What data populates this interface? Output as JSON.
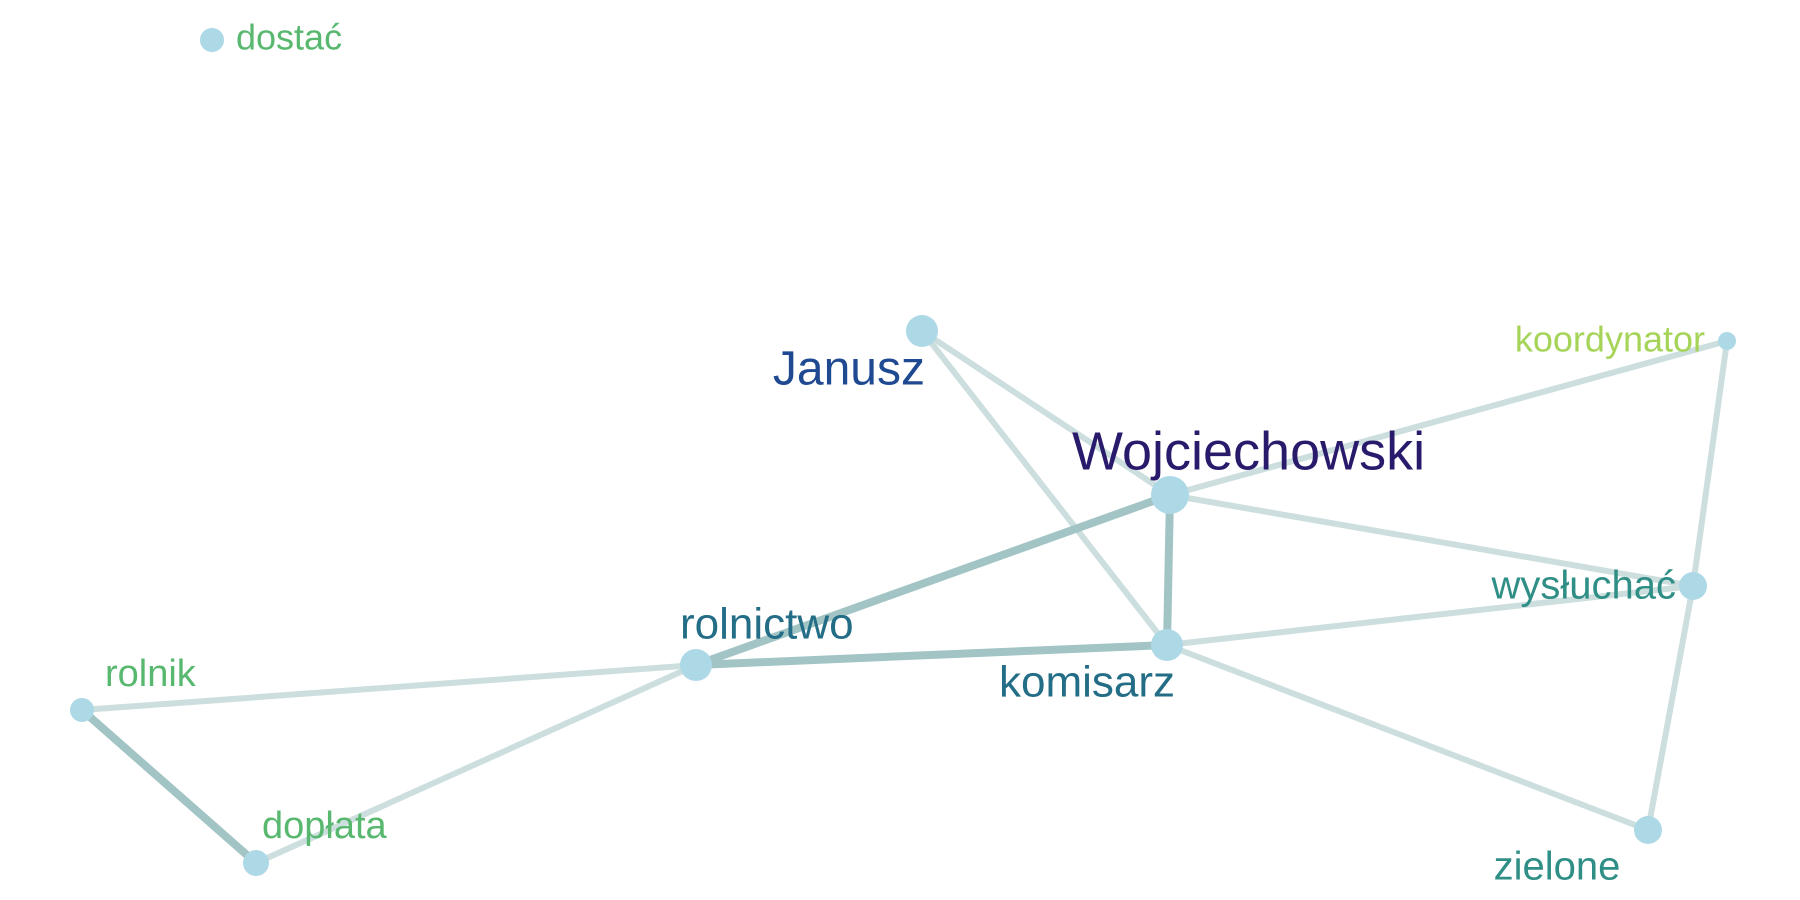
{
  "nodes": [
    {
      "id": "dostac",
      "label": "dostać",
      "color": "#59b86f"
    },
    {
      "id": "janusz",
      "label": "Janusz",
      "color": "#1f4991"
    },
    {
      "id": "wojciechowski",
      "label": "Wojciechowski",
      "color": "#2a1a6b"
    },
    {
      "id": "koordynator",
      "label": "koordynator",
      "color": "#a5d459"
    },
    {
      "id": "wysluchac",
      "label": "wysłuchać",
      "color": "#2f8f86"
    },
    {
      "id": "rolnictwo",
      "label": "rolnictwo",
      "color": "#236d86"
    },
    {
      "id": "komisarz",
      "label": "komisarz",
      "color": "#236d86"
    },
    {
      "id": "rolnik",
      "label": "rolnik",
      "color": "#59b86f"
    },
    {
      "id": "doplata",
      "label": "dopłata",
      "color": "#59b86f"
    },
    {
      "id": "zielone",
      "label": "zielone",
      "color": "#2f8f86"
    }
  ],
  "edges": [
    {
      "source": "janusz",
      "target": "wojciechowski",
      "strength": "weak"
    },
    {
      "source": "janusz",
      "target": "komisarz",
      "strength": "weak"
    },
    {
      "source": "wojciechowski",
      "target": "koordynator",
      "strength": "weak"
    },
    {
      "source": "wojciechowski",
      "target": "wysluchac",
      "strength": "weak"
    },
    {
      "source": "wojciechowski",
      "target": "rolnictwo",
      "strength": "strong"
    },
    {
      "source": "wojciechowski",
      "target": "komisarz",
      "strength": "strong"
    },
    {
      "source": "koordynator",
      "target": "wysluchac",
      "strength": "weak"
    },
    {
      "source": "wysluchac",
      "target": "komisarz",
      "strength": "weak"
    },
    {
      "source": "wysluchac",
      "target": "zielone",
      "strength": "weak"
    },
    {
      "source": "rolnictwo",
      "target": "komisarz",
      "strength": "strong"
    },
    {
      "source": "rolnictwo",
      "target": "rolnik",
      "strength": "weak"
    },
    {
      "source": "rolnictwo",
      "target": "doplata",
      "strength": "weak"
    },
    {
      "source": "komisarz",
      "target": "zielone",
      "strength": "weak"
    },
    {
      "source": "rolnik",
      "target": "doplata",
      "strength": "strong"
    }
  ],
  "colors": {
    "node_fill": "#add8e6",
    "edge_weak": "#ccdede",
    "edge_strong": "#a2c4c4"
  }
}
